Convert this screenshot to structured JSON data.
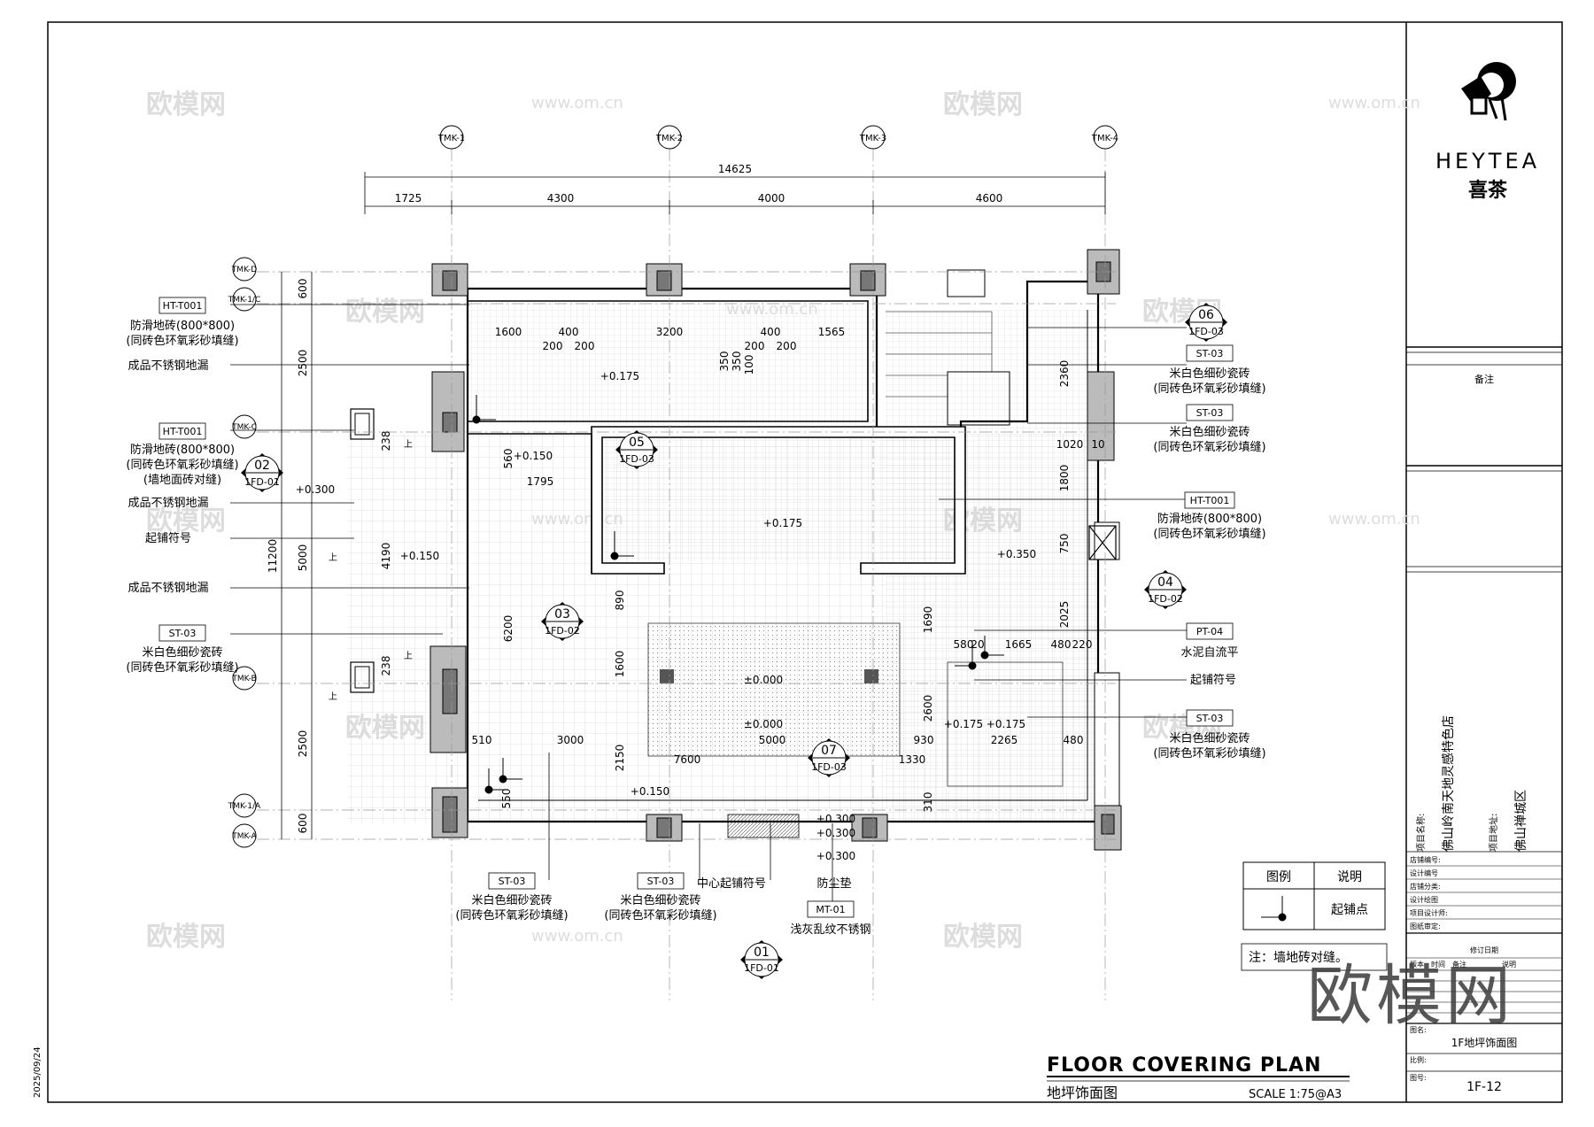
{
  "brand": {
    "name_en": "HEYTEA",
    "name_cn": "喜茶",
    "logo_icon": "heytea-logo-icon"
  },
  "watermark": {
    "cn": "欧模网",
    "url": "www.om.cn",
    "big": "欧模网"
  },
  "date_stamp": "2025/09/24",
  "grid": {
    "columns": [
      "TMK-1",
      "TMK-2",
      "TMK-3",
      "TMK-4"
    ],
    "rows": [
      "TMK-D",
      "TMK-1/C",
      "TMK-C",
      "TMK-B",
      "TMK-1/A",
      "TMK-A"
    ]
  },
  "dims_top": {
    "total": "14625",
    "parts": [
      "1725",
      "4300",
      "4000",
      "4600"
    ]
  },
  "dims_left": {
    "total": "11200",
    "parts": [
      "600",
      "2500",
      "5000",
      "2500",
      "600"
    ]
  },
  "dims_inner": [
    "1600",
    "400",
    "3200",
    "400",
    "1565",
    "200",
    "200",
    "200",
    "200",
    "350",
    "350",
    "100",
    "560",
    "1795",
    "238",
    "4190",
    "238",
    "890",
    "6200",
    "1600",
    "1690",
    "2600",
    "310",
    "510",
    "3000",
    "5000",
    "930",
    "2265",
    "480",
    "7600",
    "1330",
    "2150",
    "550",
    "580",
    "20",
    "1665",
    "480",
    "220",
    "2360",
    "1020",
    "10",
    "1800",
    "750",
    "2025"
  ],
  "elevations": [
    "+0.175",
    "+0.150",
    "+0.175",
    "+0.300",
    "+0.150",
    "+0.350",
    "±0.000",
    "±0.000",
    "+0.175",
    "+0.175",
    "+0.150",
    "+0.300",
    "+0.300",
    "+0.300"
  ],
  "section_marks": [
    {
      "num": "01",
      "ref": "1FD-01"
    },
    {
      "num": "02",
      "ref": "1FD-01"
    },
    {
      "num": "03",
      "ref": "1FD-02"
    },
    {
      "num": "04",
      "ref": "1FD-02"
    },
    {
      "num": "05",
      "ref": "1FD-03"
    },
    {
      "num": "06",
      "ref": "1FD-03"
    },
    {
      "num": "07",
      "ref": "1FD-03"
    }
  ],
  "stair_up": [
    "上",
    "上",
    "上",
    "上"
  ],
  "labels_left": [
    {
      "code": "HT-T001",
      "lines": [
        "防滑地砖(800*800)",
        "(同砖色环氧彩砂填缝)"
      ]
    },
    {
      "code": "",
      "lines": [
        "成品不锈钢地漏"
      ]
    },
    {
      "code": "HT-T001",
      "lines": [
        "防滑地砖(800*800)",
        "(同砖色环氧彩砂填缝)",
        "(墙地面砖对缝)"
      ]
    },
    {
      "code": "",
      "lines": [
        "成品不锈钢地漏"
      ]
    },
    {
      "code": "",
      "lines": [
        "起铺符号"
      ]
    },
    {
      "code": "",
      "lines": [
        "成品不锈钢地漏"
      ]
    },
    {
      "code": "ST-03",
      "lines": [
        "米白色细砂瓷砖",
        "(同砖色环氧彩砂填缝)"
      ]
    }
  ],
  "labels_right": [
    {
      "code": "ST-03",
      "lines": [
        "米白色细砂瓷砖",
        "(同砖色环氧彩砂填缝)"
      ]
    },
    {
      "code": "ST-03",
      "lines": [
        "米白色细砂瓷砖",
        "(同砖色环氧彩砂填缝)"
      ]
    },
    {
      "code": "HT-T001",
      "lines": [
        "防滑地砖(800*800)",
        "(同砖色环氧彩砂填缝)"
      ]
    },
    {
      "code": "PT-04",
      "lines": [
        "水泥自流平"
      ]
    },
    {
      "code": "",
      "lines": [
        "起铺符号"
      ]
    },
    {
      "code": "ST-03",
      "lines": [
        "米白色细砂瓷砖",
        "(同砖色环氧彩砂填缝)"
      ]
    }
  ],
  "labels_bottom": [
    {
      "code": "ST-03",
      "lines": [
        "米白色细砂瓷砖",
        "(同砖色环氧彩砂填缝)"
      ]
    },
    {
      "code": "ST-03",
      "lines": [
        "米白色细砂瓷砖",
        "(同砖色环氧彩砂填缝)"
      ]
    },
    {
      "code": "",
      "lines": [
        "中心起铺符号"
      ]
    },
    {
      "code": "",
      "lines": [
        "防尘垫"
      ]
    },
    {
      "code": "MT-01",
      "lines": [
        "浅灰乱纹不锈钢"
      ]
    }
  ],
  "legend": {
    "col1": "图例",
    "col2": "说明",
    "item": "起铺点"
  },
  "note": "注：墙地砖对缝。",
  "title": {
    "en": "FLOOR COVERING PLAN",
    "cn": "地坪饰面图",
    "scale": "SCALE  1:75@A3"
  },
  "titleblock": {
    "remarks": "备注",
    "project_name_label": "项目名称:",
    "project_name": "佛山岭南天地灵感特色店",
    "project_addr_label": "项目地址:",
    "project_addr": "佛山禅城区",
    "fields": [
      "店铺编号:",
      "设计编号",
      "店铺分类:",
      "设计绘图",
      "项目设计师:",
      "图纸审定:"
    ],
    "rev_header": "修订日期",
    "rev_cols": [
      "版本",
      "时间",
      "备注",
      "说明"
    ],
    "drawing_name_label": "图名:",
    "drawing_name": "1F地坪饰面图",
    "scale_label": "比例:",
    "drawing_no_label": "图号:",
    "drawing_no": "1F-12"
  }
}
